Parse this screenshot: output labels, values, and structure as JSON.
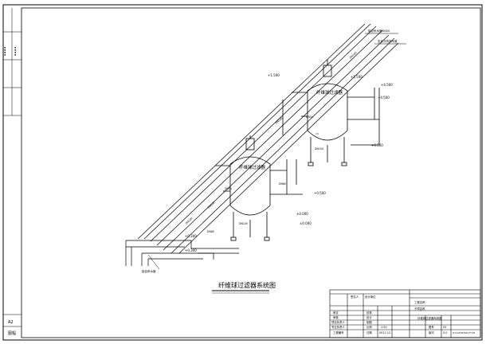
{
  "drawing": {
    "title": "纤维球过滤器系统图",
    "vessel_labels": [
      "纤维球过滤器",
      "纤维球过滤器"
    ],
    "elevation_marks": [
      "+4.500",
      "+4.500",
      "+0.500",
      "+0.500",
      "±0.000",
      "±0.000",
      "+0.300",
      "+0.300",
      "+1.500",
      "+1.500"
    ],
    "pipe_notes": [
      "接自来水管DN50",
      "至反冲洗排水管"
    ],
    "pipe_sizes": [
      "DN100",
      "DN100",
      "DN100",
      "DN100",
      "DN50",
      "DN50",
      "DN80",
      "DN80",
      "DN100",
      "DN100"
    ],
    "bottom_note": "接自来水管"
  },
  "left_strip": {
    "bottom_label": "图幅",
    "size_label": "A2"
  },
  "title_block": {
    "project": "工程名称",
    "subitem": "子项名称",
    "drawing_name": "纤维球过滤器系统图",
    "rows": [
      [
        "审定",
        "",
        "校核",
        "",
        "",
        ""
      ],
      [
        "审核",
        "",
        "设计",
        "",
        "",
        ""
      ],
      [
        "项目负责人",
        "",
        "制图",
        "",
        "",
        ""
      ],
      [
        "专业负责人",
        "",
        "比例",
        "1:50",
        "图号",
        "03"
      ],
      [
        "工程编号",
        "",
        "日期",
        "2012.12",
        "版次",
        "0.0"
      ]
    ],
    "sign_cells": [
      "签名人",
      "设计单位"
    ],
    "drawing_no": "JT-1219-TSY001-FY-03"
  }
}
